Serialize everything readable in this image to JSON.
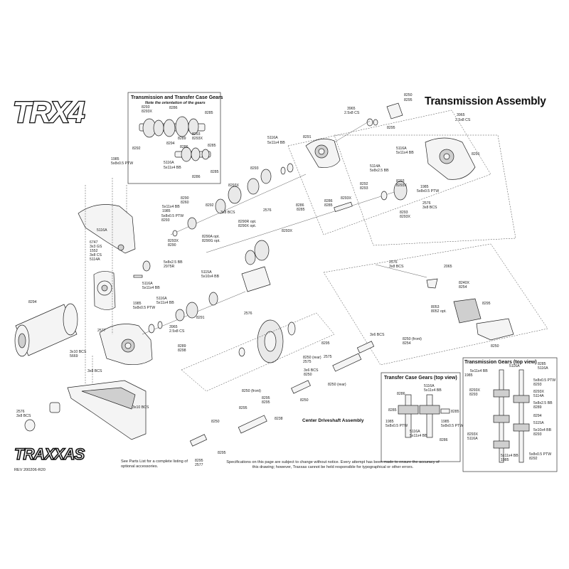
{
  "logo": {
    "top": "TRX4",
    "bottom": "TRAXXAS"
  },
  "title": "Transmission Assembly",
  "insets": {
    "gears_box": {
      "title": "Transmission and Transfer Case Gears",
      "note": "Note the orientation of the gears"
    },
    "transfer_case_box": {
      "title": "Transfer Case Gears (top view)"
    },
    "transmission_gears_box": {
      "title": "Transmission Gears (top view)"
    }
  },
  "section_labels": {
    "center_driveshaft": "Center Driveshaft Assembly"
  },
  "footer": {
    "parts_list": "See Parts List for a complete listing of optional accessories.",
    "disclaimer": "Specifications on this page are subject to change without notice. Every attempt has been made to ensure the accuracy of this drawing; however, Traxxas cannot be held responsible for typographical or other errors.",
    "rev": "REV 200206-R20"
  },
  "callouts": [
    {
      "id": "c1",
      "text": "8250"
    },
    {
      "id": "c1b",
      "text": "8295"
    },
    {
      "id": "c2",
      "text": "3965"
    },
    {
      "id": "c2b",
      "text": "2.5x8 CS"
    },
    {
      "id": "c3",
      "text": "8295"
    },
    {
      "id": "c4",
      "text": "5116A"
    },
    {
      "id": "c4b",
      "text": "5x11x4 BB"
    },
    {
      "id": "c5",
      "text": "8291"
    },
    {
      "id": "c6",
      "text": "3965"
    },
    {
      "id": "c6b",
      "text": "2.5x8 CS"
    },
    {
      "id": "c7",
      "text": "5116A"
    },
    {
      "id": "c7b",
      "text": "5x11x4 BB"
    },
    {
      "id": "c8",
      "text": "8291"
    },
    {
      "id": "c9",
      "text": "5114A"
    },
    {
      "id": "c9b",
      "text": "5x8x2.5 BB"
    },
    {
      "id": "c10",
      "text": "8293"
    },
    {
      "id": "c10b",
      "text": "8293X"
    },
    {
      "id": "c11",
      "text": "1985"
    },
    {
      "id": "c11b",
      "text": "5x8x0.5 PTW"
    },
    {
      "id": "c12",
      "text": "2576"
    },
    {
      "id": "c12b",
      "text": "3x8 BCS"
    },
    {
      "id": "c13",
      "text": "8293"
    },
    {
      "id": "c13b",
      "text": "8293X"
    },
    {
      "id": "c14",
      "text": "8292"
    },
    {
      "id": "c15",
      "text": "8293"
    },
    {
      "id": "c15b",
      "text": "8293X"
    },
    {
      "id": "c16",
      "text": "8286"
    },
    {
      "id": "c17",
      "text": "8285"
    },
    {
      "id": "c18",
      "text": "8286"
    },
    {
      "id": "c19",
      "text": "8285"
    },
    {
      "id": "c20",
      "text": "8293"
    },
    {
      "id": "c20b",
      "text": "8293X"
    },
    {
      "id": "c21",
      "text": "8292"
    },
    {
      "id": "c22",
      "text": "2576"
    },
    {
      "id": "c22b",
      "text": "3x8 BCS"
    },
    {
      "id": "c23",
      "text": "8290"
    },
    {
      "id": "c24",
      "text": "8260"
    },
    {
      "id": "c24b",
      "text": "8293X"
    },
    {
      "id": "c25",
      "text": "1985"
    },
    {
      "id": "c25b",
      "text": "5x8x0.5 PTW"
    },
    {
      "id": "c26",
      "text": "5116A"
    },
    {
      "id": "c26b",
      "text": "5x11x4 BB"
    },
    {
      "id": "c27",
      "text": "1985"
    },
    {
      "id": "c27b",
      "text": "5x8x0.5 PTW"
    },
    {
      "id": "c28",
      "text": "8293"
    },
    {
      "id": "c28b",
      "text": "8293X"
    },
    {
      "id": "c29",
      "text": "8290"
    },
    {
      "id": "c29b",
      "text": "8290A opt."
    },
    {
      "id": "c29c",
      "text": "8290G opt."
    },
    {
      "id": "c29d",
      "text": "8290R opt."
    },
    {
      "id": "c29e",
      "text": "8290X opt."
    },
    {
      "id": "c30",
      "text": "6747"
    },
    {
      "id": "c30b",
      "text": "3x3 GS"
    },
    {
      "id": "c31",
      "text": "1552"
    },
    {
      "id": "c31b",
      "text": "3x8 CS"
    },
    {
      "id": "c32",
      "text": "5114A"
    },
    {
      "id": "c32b",
      "text": "5x8x2.5 BB"
    },
    {
      "id": "c33",
      "text": "2975R"
    },
    {
      "id": "c34",
      "text": "5116A"
    },
    {
      "id": "c34b",
      "text": "5x11x4 BB"
    },
    {
      "id": "c35",
      "text": "5115A"
    },
    {
      "id": "c35b",
      "text": "5x10x4 BB"
    },
    {
      "id": "c36",
      "text": "8294"
    },
    {
      "id": "c37",
      "text": "1985"
    },
    {
      "id": "c37b",
      "text": "5x8x0.5 PTW"
    },
    {
      "id": "c38",
      "text": "5116A"
    },
    {
      "id": "c38b",
      "text": "5x11x4 BB"
    },
    {
      "id": "c39",
      "text": "8291"
    },
    {
      "id": "c40",
      "text": "3965"
    },
    {
      "id": "c40b",
      "text": "2.5x8 CS"
    },
    {
      "id": "c41",
      "text": "8289"
    },
    {
      "id": "c42",
      "text": "8298"
    },
    {
      "id": "c43",
      "text": "2577"
    },
    {
      "id": "c43b",
      "text": "3x10 BCS"
    },
    {
      "id": "c44",
      "text": "5669"
    },
    {
      "id": "c45",
      "text": "2576"
    },
    {
      "id": "c45b",
      "text": "3x8 BCS"
    },
    {
      "id": "c46",
      "text": "2576"
    },
    {
      "id": "c46b",
      "text": "3x8 BCS"
    },
    {
      "id": "c47",
      "text": "2065"
    },
    {
      "id": "c48",
      "text": "8240X"
    },
    {
      "id": "c49",
      "text": "8254"
    },
    {
      "id": "c50",
      "text": "8053"
    },
    {
      "id": "c50b",
      "text": "8052 opt."
    },
    {
      "id": "c51",
      "text": "8295"
    },
    {
      "id": "c52",
      "text": "8250"
    },
    {
      "id": "c52b",
      "text": "8295"
    },
    {
      "id": "c53",
      "text": "8250 (rear)"
    },
    {
      "id": "c54",
      "text": "2575"
    },
    {
      "id": "c54b",
      "text": "3x6 BCS"
    },
    {
      "id": "c55",
      "text": "8250 (front)"
    },
    {
      "id": "c56",
      "text": "8254"
    },
    {
      "id": "c57",
      "text": "2575"
    },
    {
      "id": "c57b",
      "text": "3x6 BCS"
    },
    {
      "id": "c58",
      "text": "8250"
    },
    {
      "id": "c59",
      "text": "8250 (rear)"
    },
    {
      "id": "c60",
      "text": "8250 (front)"
    },
    {
      "id": "c61",
      "text": "8295"
    },
    {
      "id": "c62",
      "text": "8295"
    },
    {
      "id": "c63",
      "text": "8250"
    },
    {
      "id": "c63b",
      "text": "8295"
    },
    {
      "id": "c64",
      "text": "8238"
    },
    {
      "id": "c65",
      "text": "8250"
    },
    {
      "id": "c65b",
      "text": "8295"
    },
    {
      "id": "c66",
      "text": "8295"
    },
    {
      "id": "c67",
      "text": "2577"
    },
    {
      "id": "c67b",
      "text": "3x10 BCS"
    },
    {
      "id": "c68",
      "text": "2576"
    },
    {
      "id": "c68b",
      "text": "3x8 BCS"
    }
  ],
  "inset_gears_labels": [
    {
      "id": "g1",
      "text": "8293"
    },
    {
      "id": "g1b",
      "text": "8293X"
    },
    {
      "id": "g2",
      "text": "8286"
    },
    {
      "id": "g3",
      "text": "8285"
    },
    {
      "id": "g4",
      "text": "8289"
    },
    {
      "id": "g5",
      "text": "8293"
    },
    {
      "id": "g5b",
      "text": "8293X"
    },
    {
      "id": "g6",
      "text": "8294"
    },
    {
      "id": "g7",
      "text": "8292"
    },
    {
      "id": "g8",
      "text": "8286"
    },
    {
      "id": "g9",
      "text": "5116A"
    },
    {
      "id": "g9b",
      "text": "5x11x4 BB"
    },
    {
      "id": "g10",
      "text": "8285"
    },
    {
      "id": "g11",
      "text": "8286"
    },
    {
      "id": "g12",
      "text": "8285"
    }
  ],
  "transfer_case_labels": [
    {
      "id": "t1",
      "text": "5116A"
    },
    {
      "id": "t1b",
      "text": "5x11x4 BB"
    },
    {
      "id": "t2",
      "text": "8286"
    },
    {
      "id": "t3",
      "text": "8285"
    },
    {
      "id": "t4",
      "text": "8285"
    },
    {
      "id": "t5",
      "text": "1985"
    },
    {
      "id": "t5b",
      "text": "5x8x0.5 PTW"
    },
    {
      "id": "t6",
      "text": "1985"
    },
    {
      "id": "t6b",
      "text": "5x8x0.5 PTW"
    },
    {
      "id": "t7",
      "text": "5116A"
    },
    {
      "id": "t7b",
      "text": "5x11x4 BB"
    },
    {
      "id": "t8",
      "text": "8286"
    }
  ],
  "transmission_gear_labels": [
    {
      "id": "m1",
      "text": "5116A"
    },
    {
      "id": "m1b",
      "text": "5x11x4 BB"
    },
    {
      "id": "m2",
      "text": "8285"
    },
    {
      "id": "m3",
      "text": "5116A"
    },
    {
      "id": "m3b",
      "text": "5x11x4 BB"
    },
    {
      "id": "m4",
      "text": "1985"
    },
    {
      "id": "m4b",
      "text": "5x8x0.5 PTW"
    },
    {
      "id": "m5",
      "text": "8293"
    },
    {
      "id": "m5b",
      "text": "8293X"
    },
    {
      "id": "m6",
      "text": "8293"
    },
    {
      "id": "m6b",
      "text": "8293X"
    },
    {
      "id": "m7",
      "text": "5114A"
    },
    {
      "id": "m7b",
      "text": "5x8x2.5 BB"
    },
    {
      "id": "m8",
      "text": "8289"
    },
    {
      "id": "m9",
      "text": "8294"
    },
    {
      "id": "m10",
      "text": "5115A"
    },
    {
      "id": "m10b",
      "text": "5x10x4 BB"
    },
    {
      "id": "m11",
      "text": "8293"
    },
    {
      "id": "m11b",
      "text": "8293X"
    },
    {
      "id": "m12",
      "text": "5116A"
    },
    {
      "id": "m12b",
      "text": "5x11x4 BB"
    },
    {
      "id": "m13",
      "text": "1985"
    },
    {
      "id": "m13b",
      "text": "5x8x0.5 PTW"
    },
    {
      "id": "m14",
      "text": "8292"
    }
  ]
}
